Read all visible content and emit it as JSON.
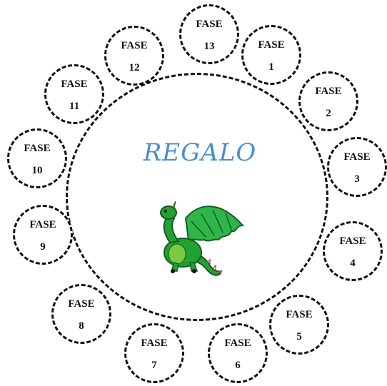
{
  "title": "REGALO",
  "phases": [
    {
      "label": "FASE",
      "number": "13"
    },
    {
      "label": "FASE",
      "number": "1"
    },
    {
      "label": "FASE",
      "number": "2"
    },
    {
      "label": "FASE",
      "number": "3"
    },
    {
      "label": "FASE",
      "number": "4"
    },
    {
      "label": "FASE",
      "number": "5"
    },
    {
      "label": "FASE",
      "number": "6"
    },
    {
      "label": "FASE",
      "number": "7"
    },
    {
      "label": "FASE",
      "number": "8"
    },
    {
      "label": "FASE",
      "number": "9"
    },
    {
      "label": "FASE",
      "number": "10"
    },
    {
      "label": "FASE",
      "number": "11"
    },
    {
      "label": "FASE",
      "number": "12"
    }
  ],
  "colors": {
    "title": "#4a8fd0",
    "dragon_body": "#22a233",
    "dragon_wing": "#2fb54a",
    "dragon_belly": "#7ac943",
    "border": "#111111"
  },
  "icons": {
    "center": "dragon-icon"
  }
}
